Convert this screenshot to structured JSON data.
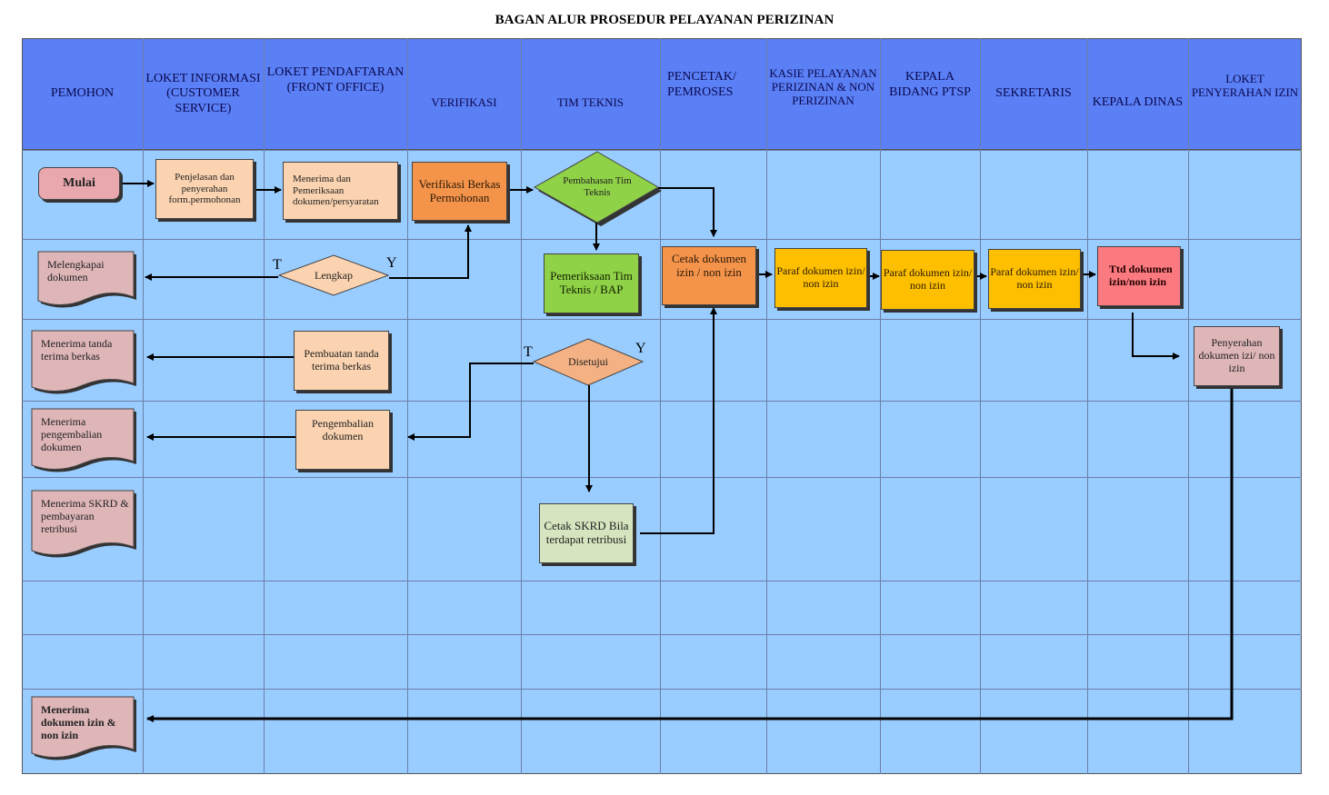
{
  "title": "BAGAN ALUR PROSEDUR PELAYANAN PERIZINAN",
  "colors": {
    "header": "#5b7ff5",
    "lane": "#99ccff",
    "arrow": "#000000"
  },
  "columns": [
    "PEMOHON",
    "LOKET INFORMASI (CUSTOMER SERVICE)",
    "LOKET PENDAFTARAN (FRONT OFFICE)",
    "VERIFIKASI",
    "TIM TEKNIS",
    "PENCETAK/ PEMROSES",
    "KASIE PELAYANAN PERIZINAN & NON PERIZINAN",
    "KEPALA BIDANG PTSP",
    "SEKRETARIS",
    "KEPALA DINAS",
    "LOKET PENYERAHAN IZIN"
  ],
  "nodes": {
    "mulai": "Mulai",
    "penjelasan": "Penjelasan dan penyerahan form.permohonan",
    "menerima_pemeriksaan": "Menerima dan Pemeriksaan dokumen/persyaratan",
    "verifikasi_berkas": "Verifikasi Berkas Permohonan",
    "pembahasan": "Pembahasan Tim Teknis",
    "melengkapai": "Melengkapai dokumen",
    "lengkap": "Lengkap",
    "pemeriksaan_tim": "Pemeriksaan Tim Teknis / BAP",
    "cetak_dokumen": "Cetak dokumen izin / non izin",
    "paraf_kasie": "Paraf dokumen izin/ non izin",
    "paraf_kabid": "Paraf dokumen izin/ non izin",
    "paraf_sekretaris": "Paraf dokumen izin/ non izin",
    "ttd": "Ttd dokumen izin/non izin",
    "terima_tanda": "Menerima tanda terima berkas",
    "pembuatan_tanda": "Pembuatan tanda terima berkas",
    "disetujui": "Disetujui",
    "penyerahan": "Penyerahan dokumen izi/ non izin",
    "menerima_pengembalian": "Menerima pengembalian dokumen",
    "pengembalian": "Pengembalian dokumen",
    "menerima_skrd": "Menerima SKRD & pembayaran retribusi",
    "cetak_skrd": "Cetak SKRD Bila terdapat retribusi",
    "menerima_izin": "Menerima dokumen izin & non izin"
  },
  "decision_labels": {
    "lengkap_no": "T",
    "lengkap_yes": "Y",
    "disetujui_no": "T",
    "disetujui_yes": "Y"
  }
}
